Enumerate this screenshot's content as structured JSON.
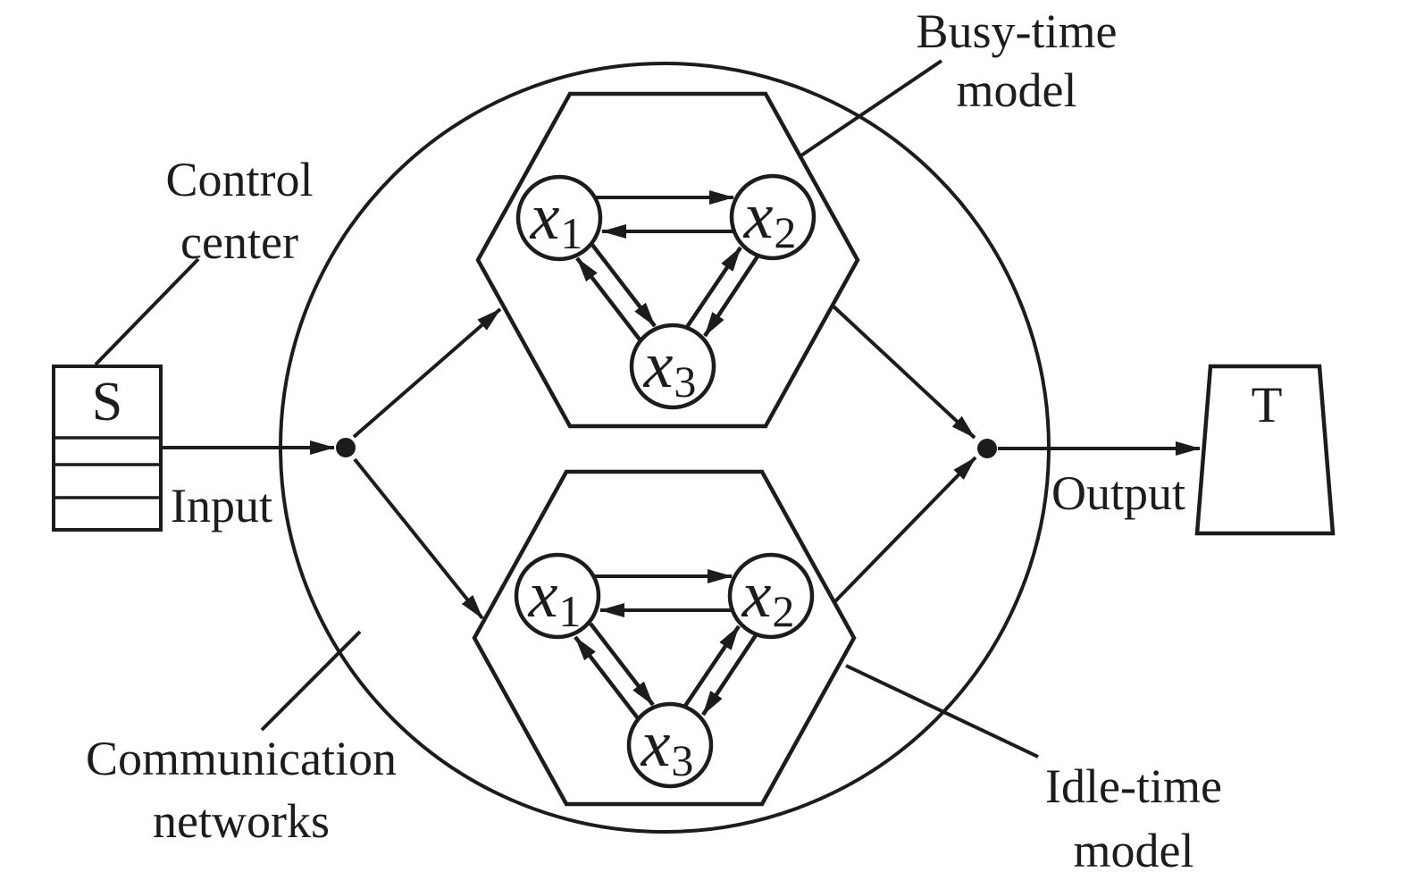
{
  "colors": {
    "ink": "#1c1c1c",
    "paper": "#ffffff"
  },
  "labels": {
    "control_center_line1": "Control",
    "control_center_line2": "center",
    "input": "Input",
    "output": "Output",
    "source": "S",
    "target": "T",
    "busy_line1": "Busy-time",
    "busy_line2": "model",
    "idle_line1": "Idle-time",
    "idle_line2": "model",
    "network_line1": "Communication",
    "network_line2": "networks"
  },
  "busy_model": {
    "name": "Busy-time model",
    "nodes": [
      {
        "base": "x",
        "sub": "1"
      },
      {
        "base": "x",
        "sub": "2"
      },
      {
        "base": "x",
        "sub": "3"
      }
    ],
    "edges": [
      "x1->x2",
      "x2->x1",
      "x3->x1",
      "x1->x3",
      "x3->x2",
      "x2->x3"
    ]
  },
  "idle_model": {
    "name": "Idle-time model",
    "nodes": [
      {
        "base": "x",
        "sub": "1"
      },
      {
        "base": "x",
        "sub": "2"
      },
      {
        "base": "x",
        "sub": "3"
      }
    ],
    "edges": [
      "x1->x2",
      "x2->x1",
      "x3->x1",
      "x1->x3",
      "x3->x2",
      "x2->x3"
    ]
  },
  "flow": [
    "S -> input-junction",
    "input-junction -> busy-time-model",
    "input-junction -> idle-time-model",
    "busy-time-model -> output-junction",
    "idle-time-model -> output-junction",
    "output-junction -> T"
  ]
}
